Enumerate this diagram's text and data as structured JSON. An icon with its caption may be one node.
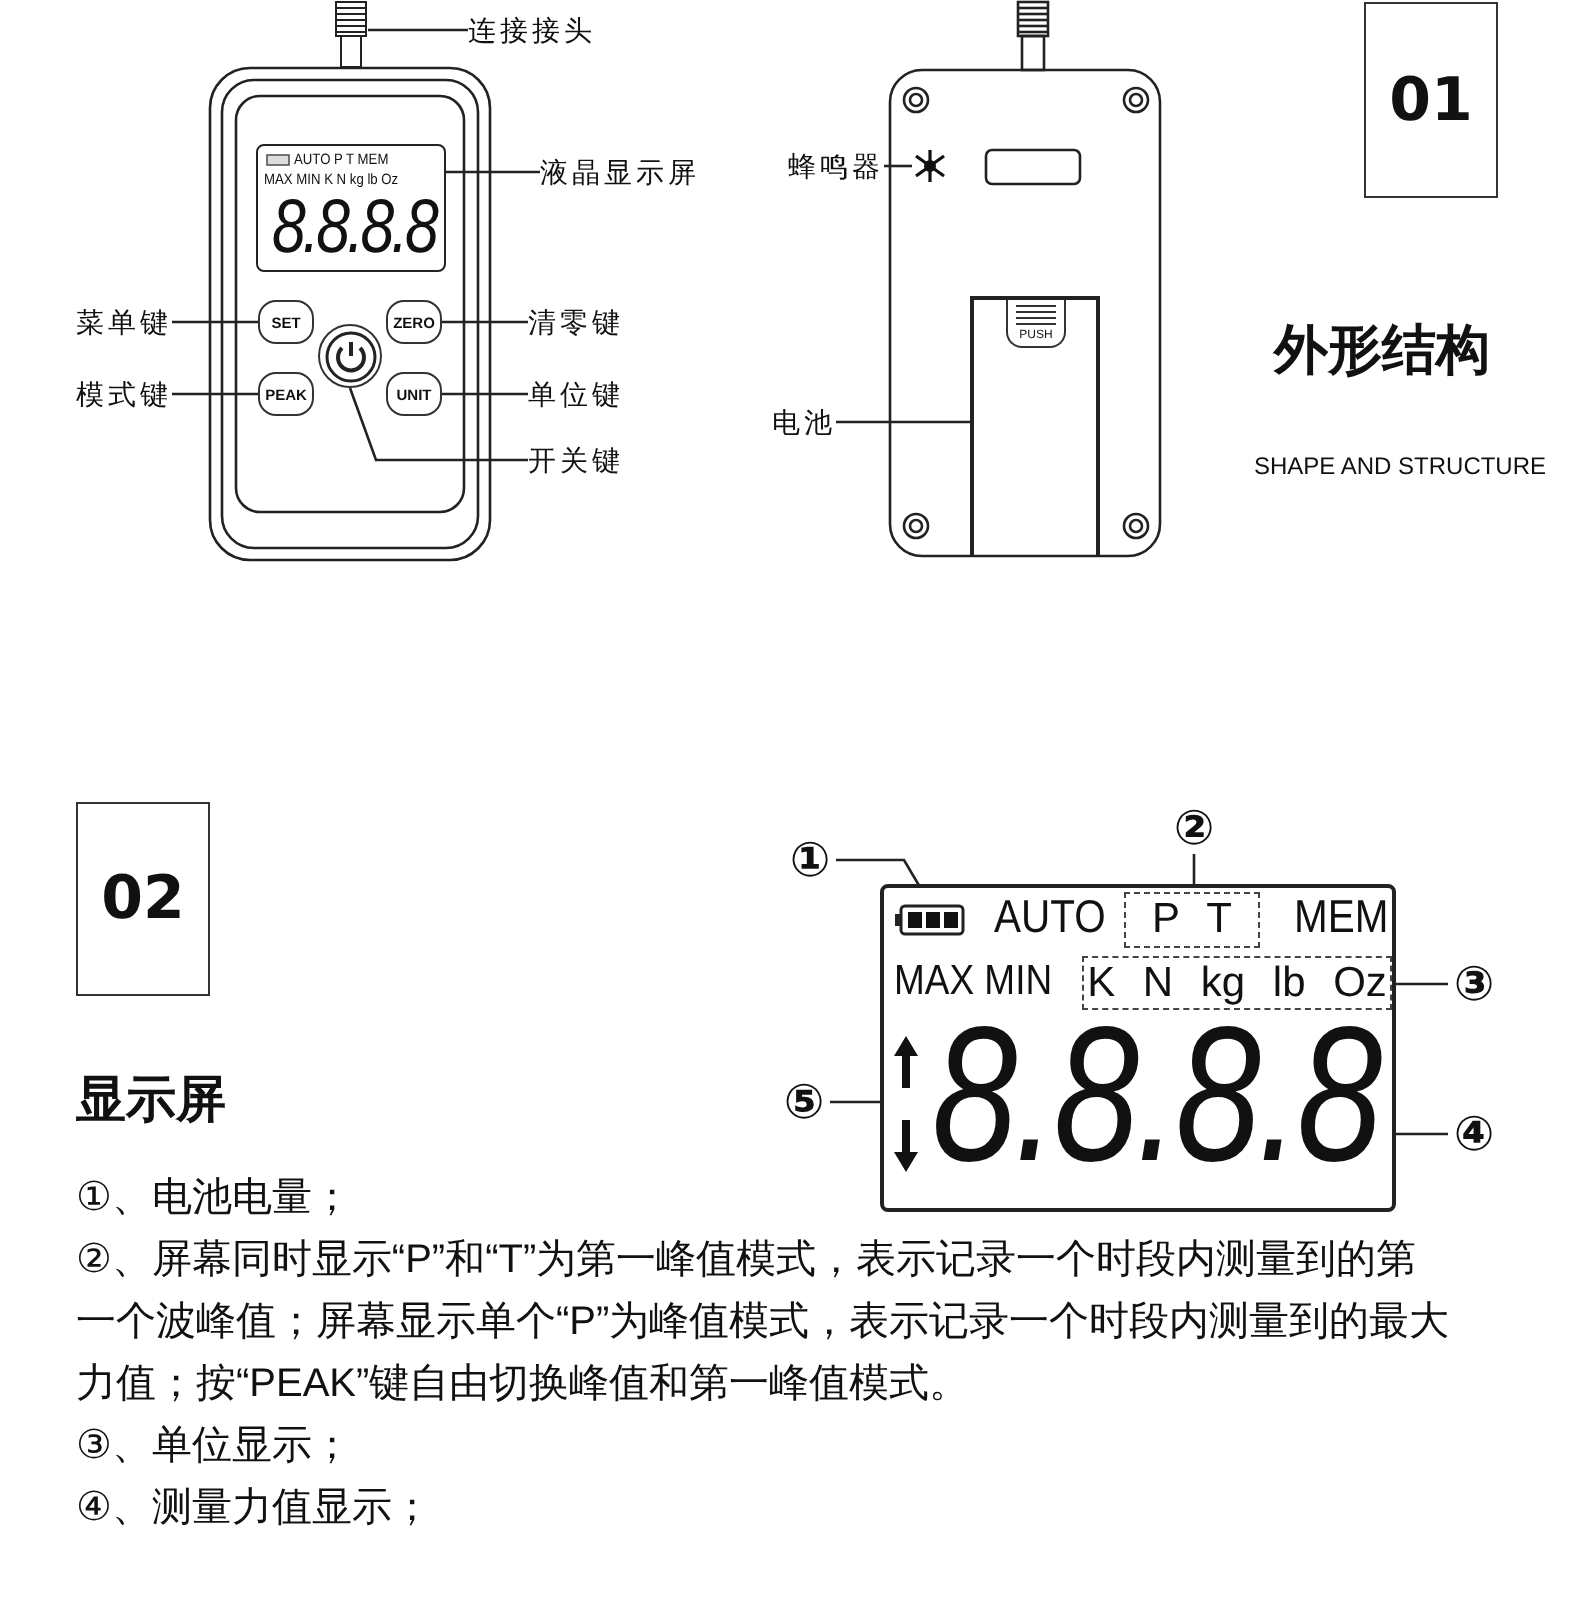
{
  "diagram": {
    "nodes": [
      {
        "text": [
          "连接接头"
        ]
      },
      {
        "text": [],
        "shape": "picture"
      },
      {
        "text": [
          "01"
        ]
      },
      {
        "text": [
          "液晶显示屏"
        ]
      },
      {
        "text": [
          "AUTO P T MEM",
          "MAX MIN K N kg lb Oz",
          "8.8.8.8"
        ]
      },
      {
        "text": [
          "蜂鸣器"
        ]
      },
      {
        "text": [],
        "shape": "picture"
      },
      {
        "text": [
          "菜单键"
        ]
      },
      {
        "text": [
          "SET"
        ]
      },
      {
        "text": [
          "ZERO"
        ]
      },
      {
        "text": [
          "清零键"
        ]
      },
      {
        "text": [
          "模式键"
        ]
      },
      {
        "text": [
          "PEAK"
        ]
      },
      {
        "text": [],
        "shape": "circle"
      },
      {
        "text": [
          "UNIT"
        ]
      },
      {
        "text": [
          "单位键"
        ]
      },
      {
        "text": [
          "PUSH"
        ]
      },
      {
        "text": [
          "电池"
        ]
      },
      {
        "text": [
          "开关键"
        ]
      },
      {
        "text": [
          "02"
        ]
      },
      {
        "text": [
          "①"
        ]
      },
      {
        "text": [
          "②"
        ]
      },
      {
        "text": [
          "AUTO",
          "MEM",
          "MAX MIN",
          "8.8.8.8"
        ]
      },
      {
        "text": [],
        "shape": "picture",
        "in": 22
      },
      {
        "text": [
          "P T"
        ],
        "in": 22
      },
      {
        "text": [
          "K N kg lb Oz"
        ],
        "in": 22
      },
      {
        "text": [],
        "shape": "picture",
        "in": 22
      },
      {
        "text": [
          "③"
        ]
      },
      {
        "text": [
          "⑤"
        ]
      },
      {
        "text": [
          "④"
        ]
      }
    ],
    "edges": [
      {
        "from": 0,
        "to": 1,
        "arrow": "none"
      },
      {
        "from": 3,
        "to": 4,
        "arrow": "none"
      },
      {
        "from": 5,
        "to": 6,
        "arrow": "none"
      },
      {
        "from": 7,
        "to": 8,
        "arrow": "none"
      },
      {
        "from": 10,
        "to": 9,
        "arrow": "none"
      },
      {
        "from": 11,
        "to": 12,
        "arrow": "none"
      },
      {
        "from": 15,
        "to": 14,
        "arrow": "none"
      },
      {
        "from": 18,
        "to": 13,
        "arrow": "none"
      },
      {
        "from": 17,
        "to": 16,
        "arrow": "none"
      },
      {
        "from": 20,
        "to": 23,
        "arrow": "none"
      },
      {
        "from": 21,
        "to": 24,
        "arrow": "none"
      },
      {
        "from": 27,
        "to": 25,
        "arrow": "none"
      },
      {
        "from": 28,
        "to": 26,
        "arrow": "none"
      },
      {
        "from": 29,
        "to": 22,
        "arrow": "none"
      }
    ],
    "labels": [
      "外形结构",
      "SHAPE AND STRUCTURE",
      "显示屏",
      "①、电池电量；",
      "②、屏幕同时显示“P”和“T”为第一峰值模式，表示记录一个时段内测量到的第一个波峰值；屏幕显示单个“P”为峰值模式，表示记录一个时段内测量到的最大力值；按“PEAK”键自由切换峰值和第一峰值模式。",
      "③、单位显示；",
      "④、测量力值显示；"
    ]
  }
}
